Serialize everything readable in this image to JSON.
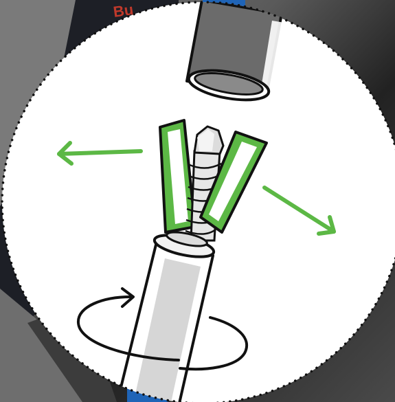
{
  "background": {
    "photo_brand_text": "Bu",
    "strap_color": "#1f64b7",
    "fabric_dark": "#1d1f26",
    "fabric_light": "#6e6e6e"
  },
  "illustration": {
    "circle_fill": "#ffffff",
    "outline_color": "#111111",
    "green_accent": "#5cb845",
    "metal_light": "#dcdcdc",
    "metal_dark": "#8a8a8a",
    "cap_dark": "#6b6b6b",
    "arrow_left_icon": "arrow-left",
    "arrow_right_icon": "arrow-down-right",
    "rotate_icon": "rotate-clockwise"
  }
}
